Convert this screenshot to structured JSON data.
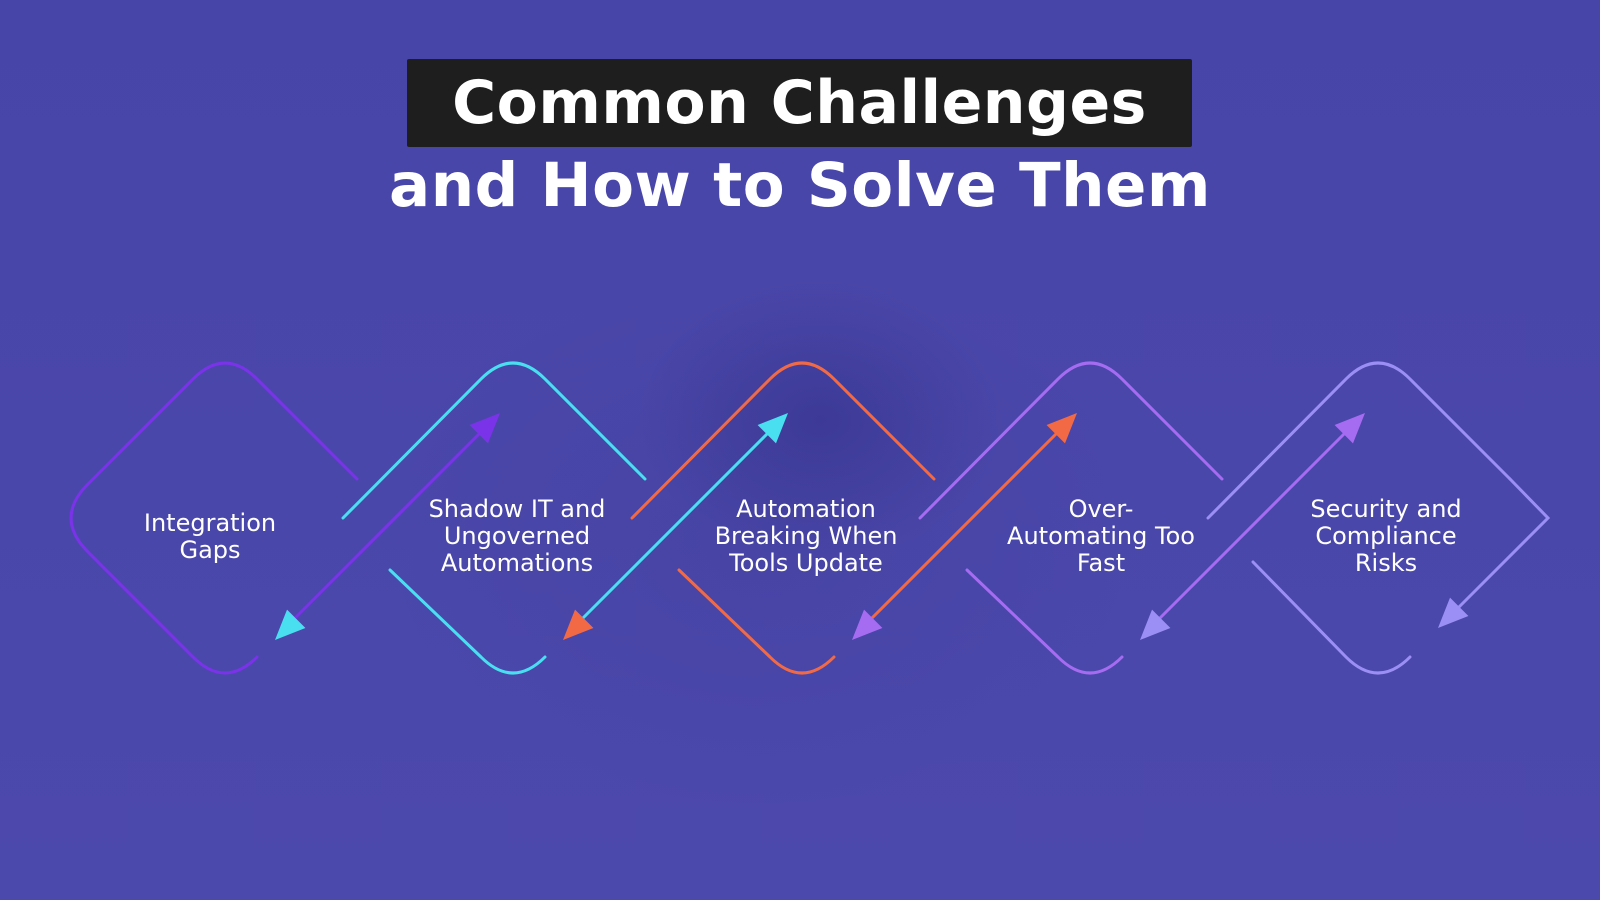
{
  "title": {
    "line1": "Common Challenges",
    "line2": "and How to Solve Them"
  },
  "steps": [
    {
      "label": "Integration\nGaps",
      "color": "#7a33e8"
    },
    {
      "label": "Shadow IT and\nUngoverned\nAutomations",
      "color": "#49dff0"
    },
    {
      "label": "Automation\nBreaking When\nTools Update",
      "color": "#f26a45"
    },
    {
      "label": "Over-\nAutomating Too\nFast",
      "color": "#a56cf2"
    },
    {
      "label": "Security and\nCompliance\nRisks",
      "color": "#9b8ff5"
    }
  ],
  "colors": {
    "background": "#4a47a9",
    "title_box": "#1e1e1e",
    "text": "#ffffff"
  }
}
